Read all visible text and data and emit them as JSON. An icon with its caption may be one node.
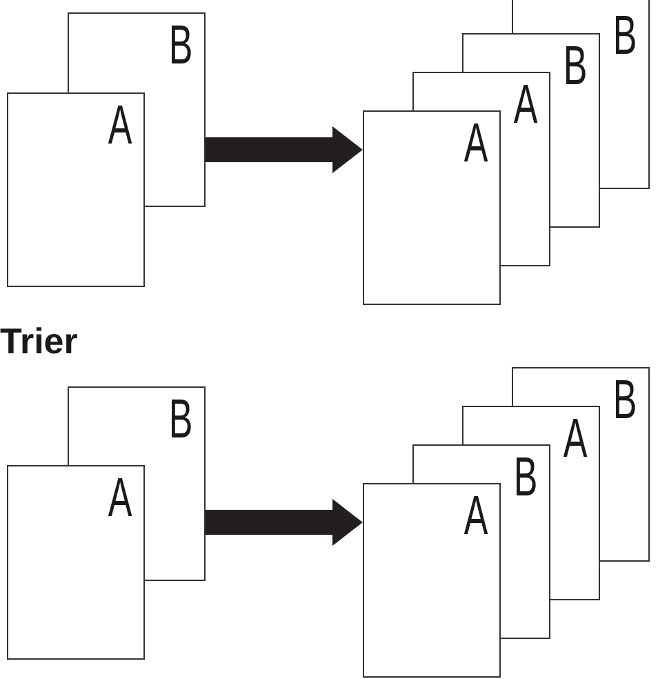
{
  "diagram": {
    "nodes": [
      {
        "text": [
          "B"
        ]
      },
      {
        "text": [
          "A"
        ]
      },
      {
        "text": [
          "B"
        ]
      },
      {
        "text": [
          "B"
        ]
      },
      {
        "text": [
          "A"
        ]
      },
      {
        "text": [
          "A"
        ]
      },
      {
        "text": [
          "B"
        ]
      },
      {
        "text": [
          "A"
        ]
      },
      {
        "text": [
          "B"
        ]
      },
      {
        "text": [
          "A"
        ]
      },
      {
        "text": [
          "B"
        ]
      },
      {
        "text": [
          "A"
        ]
      }
    ],
    "edges": [
      {
        "from": 0,
        "to": 5,
        "arrow": "to"
      },
      {
        "from": 6,
        "to": 11,
        "arrow": "to"
      }
    ],
    "labels": [
      "Trier"
    ]
  }
}
